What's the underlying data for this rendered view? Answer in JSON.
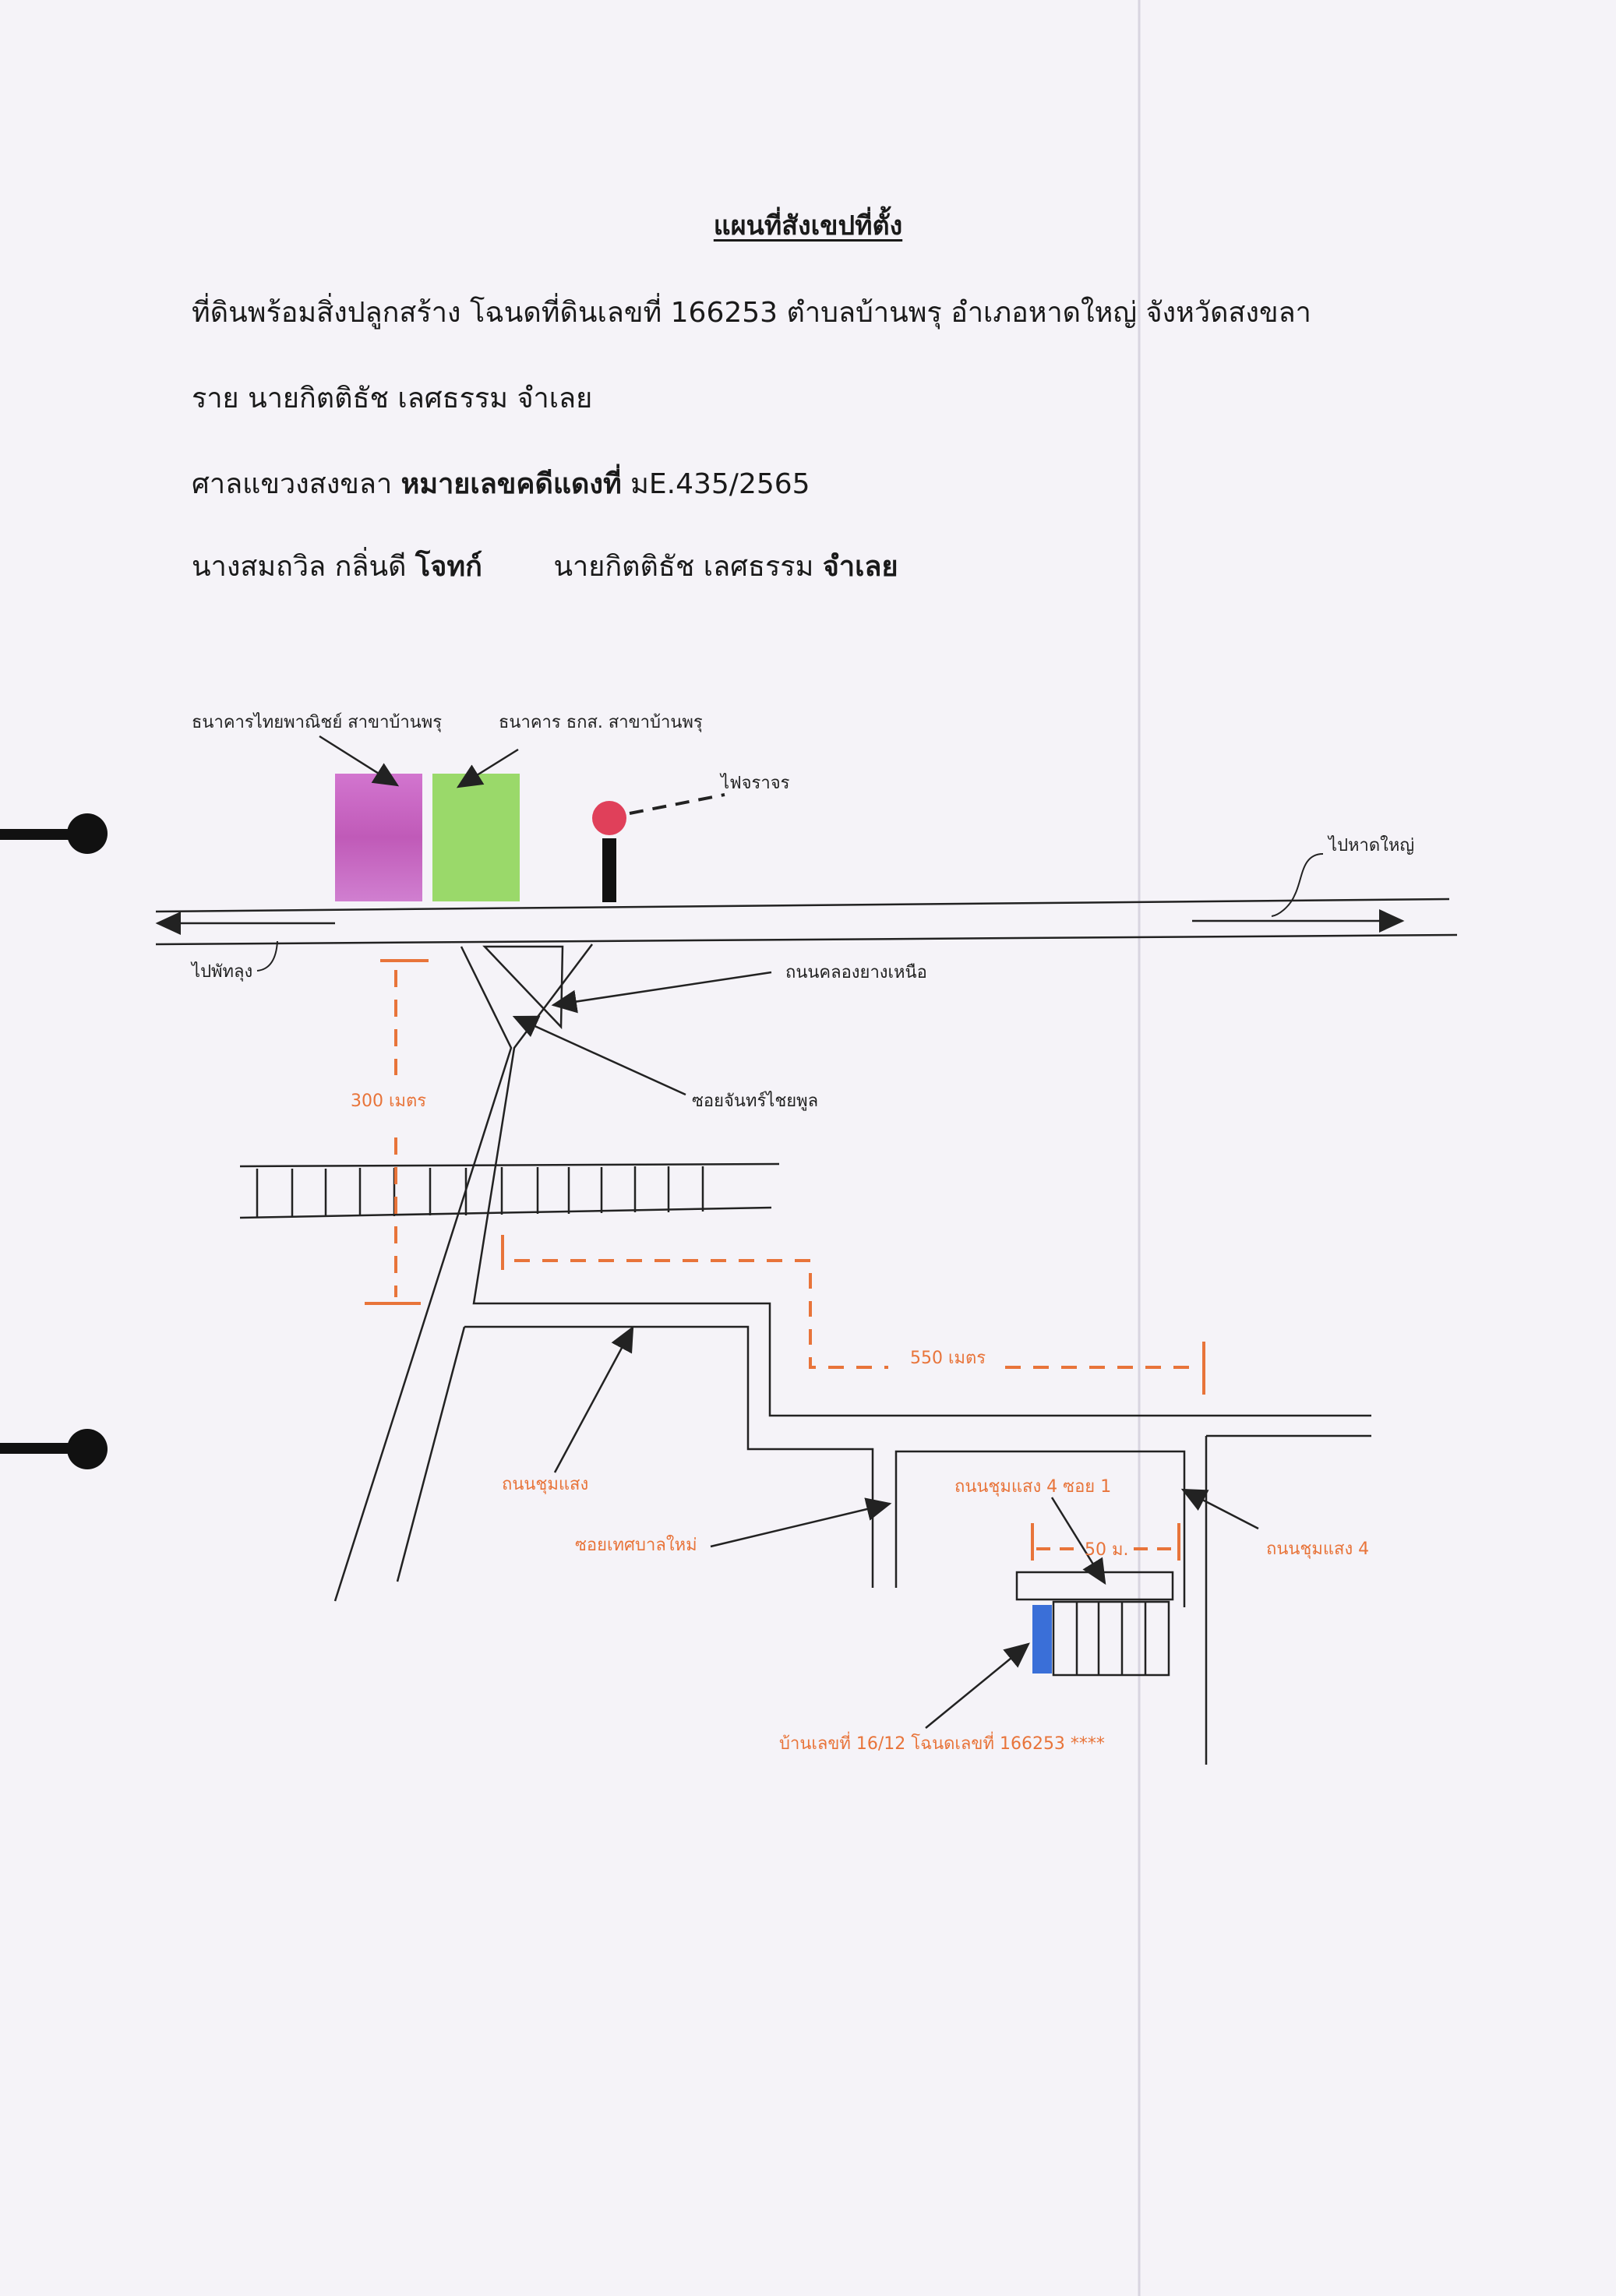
{
  "header": {
    "title": "แผนที่สังเขปที่ตั้ง",
    "line1": "ที่ดินพร้อมสิ่งปลูกสร้าง โฉนดที่ดินเลขที่ 166253 ตำบลบ้านพรุ อำเภอหาดใหญ่  จังหวัดสงขลา",
    "line2": "ราย นายกิตติธัช เลศธรรม  จำเลย",
    "line3_prefix": "ศาลแขวงสงขลา ",
    "line3_bold": "หมายเลขคดีแดงที่",
    "line3_suffix": " มE.435/2565",
    "line4_plaintiff": "นางสมถวิล  กลิ่นดี ",
    "line4_plaintiff_role": "โจทก์",
    "line4_defendant": "        นายกิตติธัช เลศธรรม ",
    "line4_defendant_role": "จำเลย"
  },
  "map": {
    "bank_scb": "ธนาคารไทยพาณิชย์ สาขาบ้านพรุ",
    "bank_baac": "ธนาคาร ธกส. สาขาบ้านพรุ",
    "traffic_light": "ไฟจราจร",
    "to_hatyai": "ไปหาดใหญ่",
    "to_phatthalung": "ไปพัทลุง",
    "road_khlong_yang_nuea": "ถนนคลองยางเหนือ",
    "soi_chan_chai_phun": "ซอยจันทร์ไชยพูล",
    "dist_300": "300 เมตร",
    "dist_550": "550 เมตร",
    "road_chum_saeng": "ถนนชุมแสง",
    "soi_thetsaban_mai": "ซอยเทศบาลใหม่",
    "road_chum_saeng_4_soi_1": "ถนนชุมแสง 4 ซอย 1",
    "road_chum_saeng_4": "ถนนชุมแสง 4",
    "dist_50": "50 ม.",
    "house_label": "บ้านเลขที่ 16/12 โฉนดเลขที่ 166253 ****"
  },
  "colors": {
    "scb_bank": "#c86bc4",
    "baac_bank": "#9ad96a",
    "traffic_light": "#e0405a",
    "distance_marker": "#e8743a",
    "house_highlight": "#3a6fd8"
  }
}
